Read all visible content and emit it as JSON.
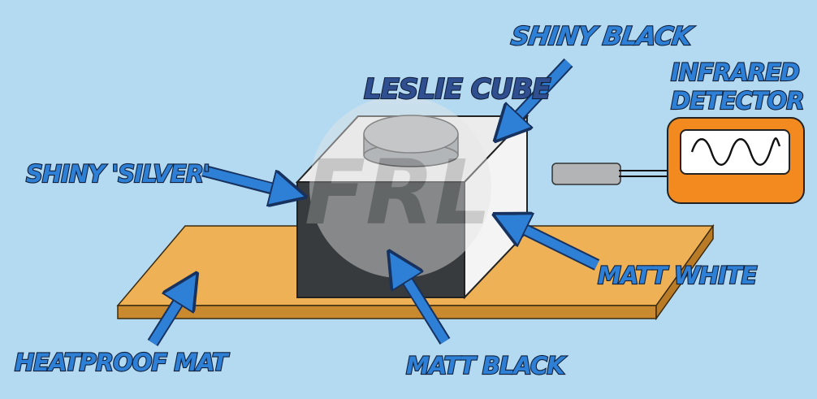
{
  "labels": {
    "shiny_black": "SHINY BLACK",
    "leslie_cube": "LESLIE CUBE",
    "infrared_line1": "INFRARED",
    "infrared_line2": "DETECTOR",
    "shiny_silver": "SHINY 'SILVER'",
    "matt_white": "MATT WHITE",
    "heatproof_mat": "HEATPROOF MAT",
    "matt_black": "MATT BLACK"
  },
  "watermark": "FRL",
  "colors": {
    "background": "#b4daf1",
    "label_blue": "#2e7fd6",
    "label_navy": "#2f4f91",
    "mat_top": "#eeb155",
    "mat_front": "#c98a2f",
    "detector_orange": "#f28a1f",
    "cube_black": "#373b3d",
    "cube_white": "#ececec"
  }
}
